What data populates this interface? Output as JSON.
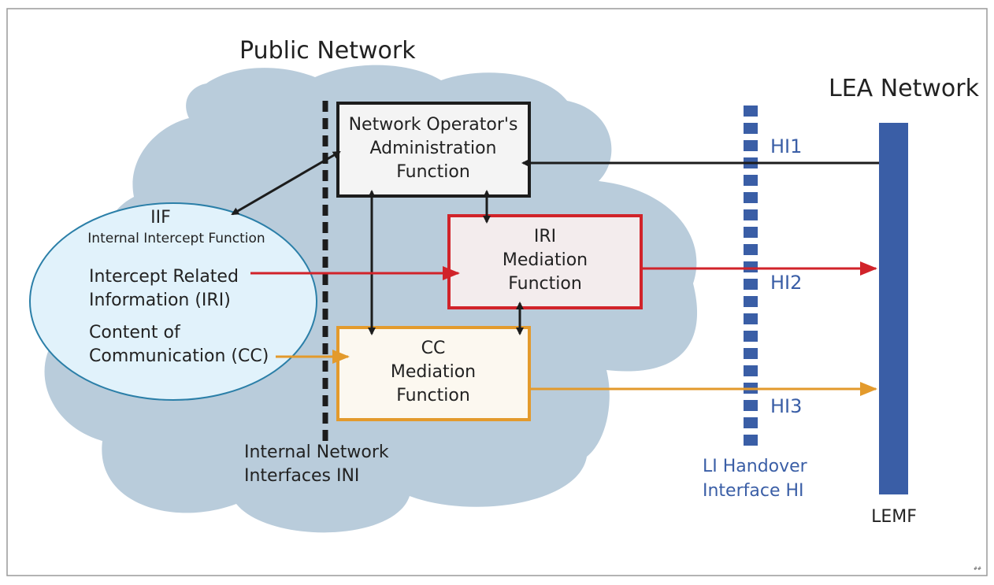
{
  "labels": {
    "public_network": "Public Network",
    "lea_network": "LEA Network",
    "ini_line1": "Internal Network",
    "ini_line2": "Interfaces INI",
    "hi_line1": "LI Handover",
    "hi_line2": "Interface HI",
    "lemf": "LEMF",
    "corner_mark": "##"
  },
  "admin_box": {
    "line1": "Network Operator's",
    "line2": "Administration",
    "line3": "Function"
  },
  "iri_box": {
    "line1": "IRI",
    "line2": "Mediation",
    "line3": "Function"
  },
  "cc_box": {
    "line1": "CC",
    "line2": "Mediation",
    "line3": "Function"
  },
  "iif": {
    "title": "IIF",
    "subtitle": "Internal Intercept Function",
    "iri_line1": "Intercept Related",
    "iri_line2": "Information (IRI)",
    "cc_line1": "Content of",
    "cc_line2": "Communication (CC)"
  },
  "handover": {
    "hi1": "HI1",
    "hi2": "HI2",
    "hi3": "HI3"
  },
  "colors": {
    "cloud": "#b9ccdb",
    "blue": "#3a5ea6",
    "red": "#d1232a",
    "orange": "#e39a2c",
    "black": "#1c1c1c",
    "ellipse_fill": "#e1f2fb",
    "ellipse_stroke": "#2b7fa8"
  }
}
